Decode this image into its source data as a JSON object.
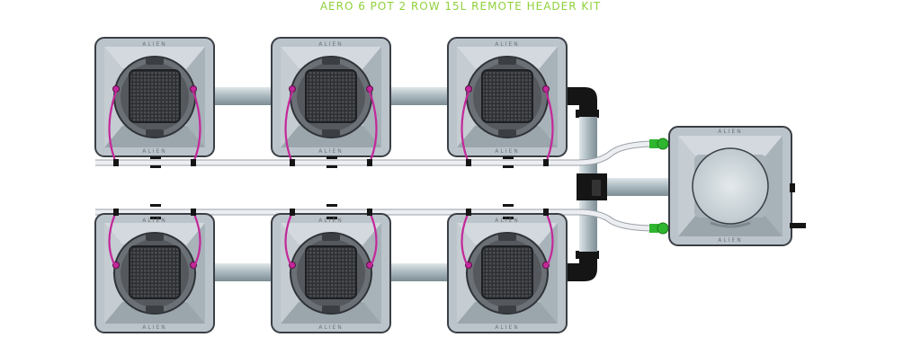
{
  "title": "AERO 6 POT 2 ROW 15L REMOTE HEADER KIT",
  "pot_label": "ALIEN",
  "colors": {
    "title": "#8fd13a",
    "pot_body": "#bcc4cb",
    "pot_edge": "#3a3f45",
    "pipe": "#a9b7bd",
    "tube": "#e3e6ec",
    "dripper_line": "#c3289a",
    "connector": "#2fb52f",
    "fitting": "#151515"
  },
  "layout": {
    "pots_per_row": 3,
    "rows": 2,
    "reservoir": true
  }
}
